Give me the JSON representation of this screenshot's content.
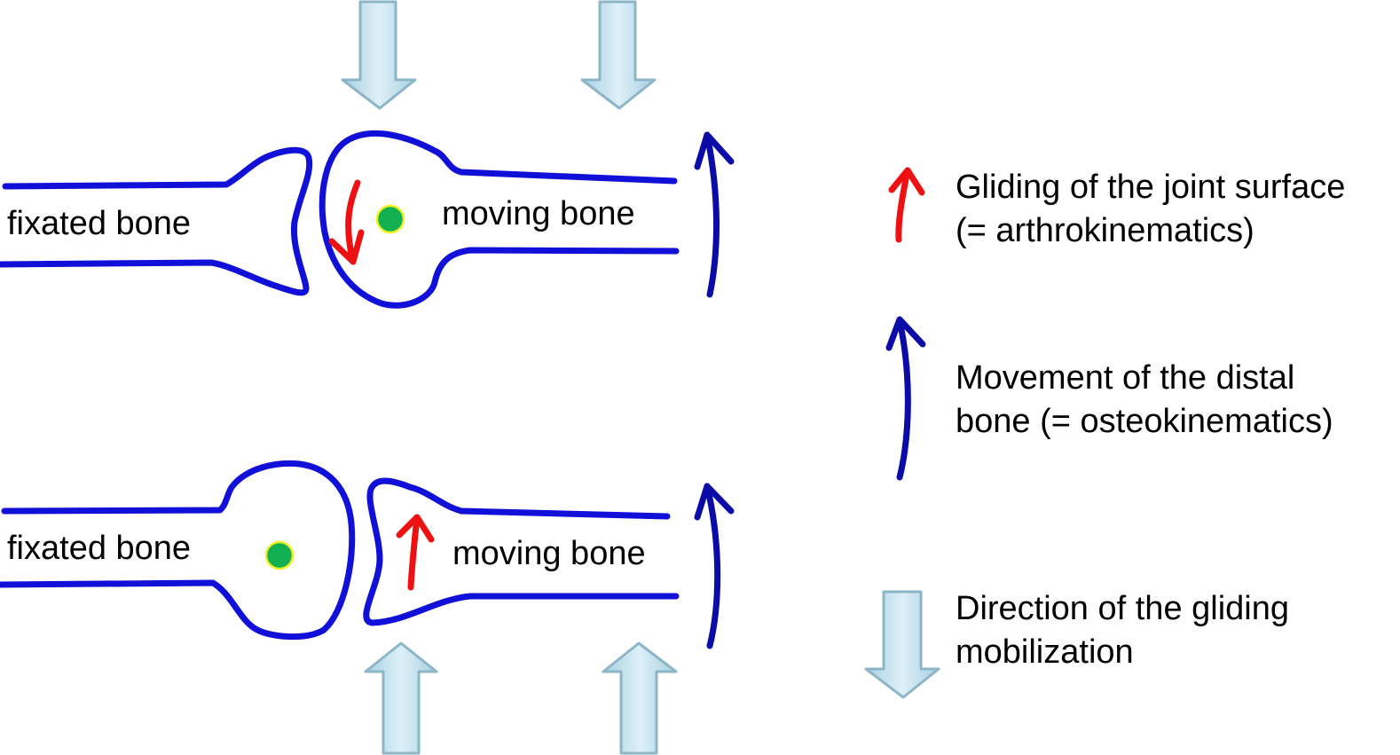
{
  "colors": {
    "bone_outline": "#1010d8",
    "blue_arrow": "#0b0ba8",
    "red_arrow": "#ee1111",
    "axis_dot": "#12b050",
    "axis_dot_ring": "#f0f020",
    "mobilization_arrow_fill": "#c6e2ee",
    "mobilization_arrow_stroke": "#8cb5c8"
  },
  "top_diagram": {
    "fixated_label": "fixated bone",
    "moving_label": "moving bone"
  },
  "bottom_diagram": {
    "fixated_label": "fixated bone",
    "moving_label": "moving bone"
  },
  "legend": {
    "gliding": {
      "icon": "red-arrow-icon",
      "line1": "Gliding of the joint surface",
      "line2": "(= arthrokinematics)"
    },
    "movement": {
      "icon": "blue-arrow-icon",
      "line1": "Movement of the distal",
      "line2": "bone (= osteokinematics)"
    },
    "direction": {
      "icon": "light-blue-block-arrow-icon",
      "line1": "Direction of the gliding",
      "line2": "mobilization"
    }
  }
}
